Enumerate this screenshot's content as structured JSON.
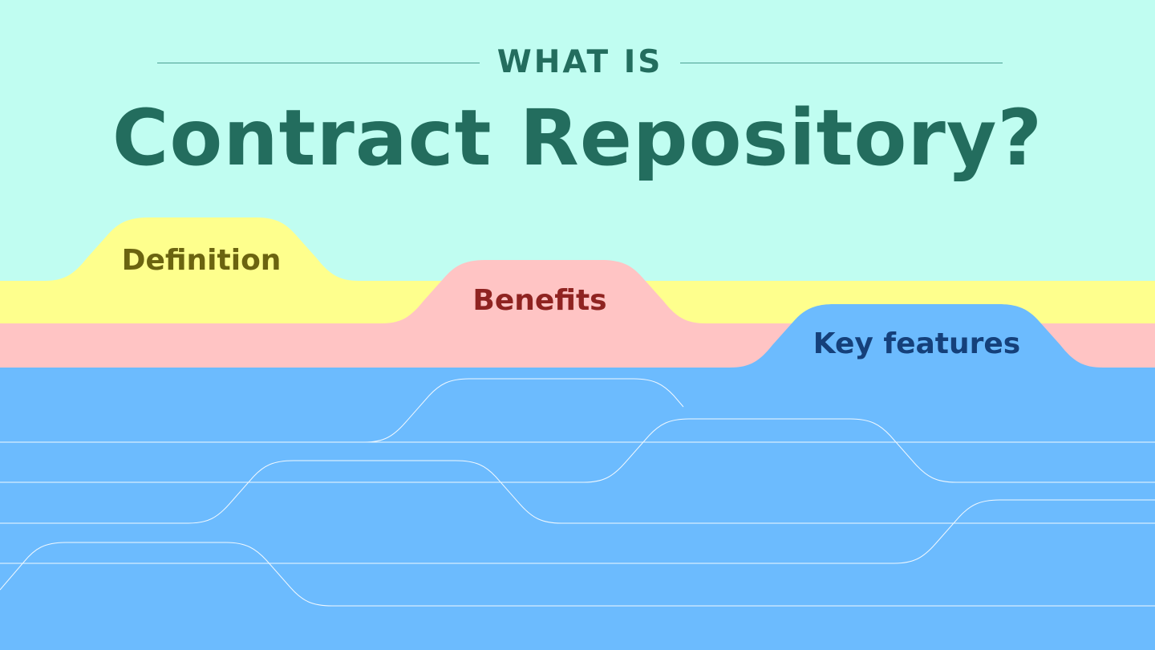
{
  "header": {
    "overline": "WHAT IS",
    "title": "Contract Repository?"
  },
  "tabs": [
    {
      "label": "Definition"
    },
    {
      "label": "Benefits"
    },
    {
      "label": "Key features"
    }
  ],
  "colors": {
    "background": "#c0fdf1",
    "yellow": "#feff8d",
    "pink": "#ffc4c4",
    "blue": "#6cbbfe",
    "title": "#236d5e"
  }
}
